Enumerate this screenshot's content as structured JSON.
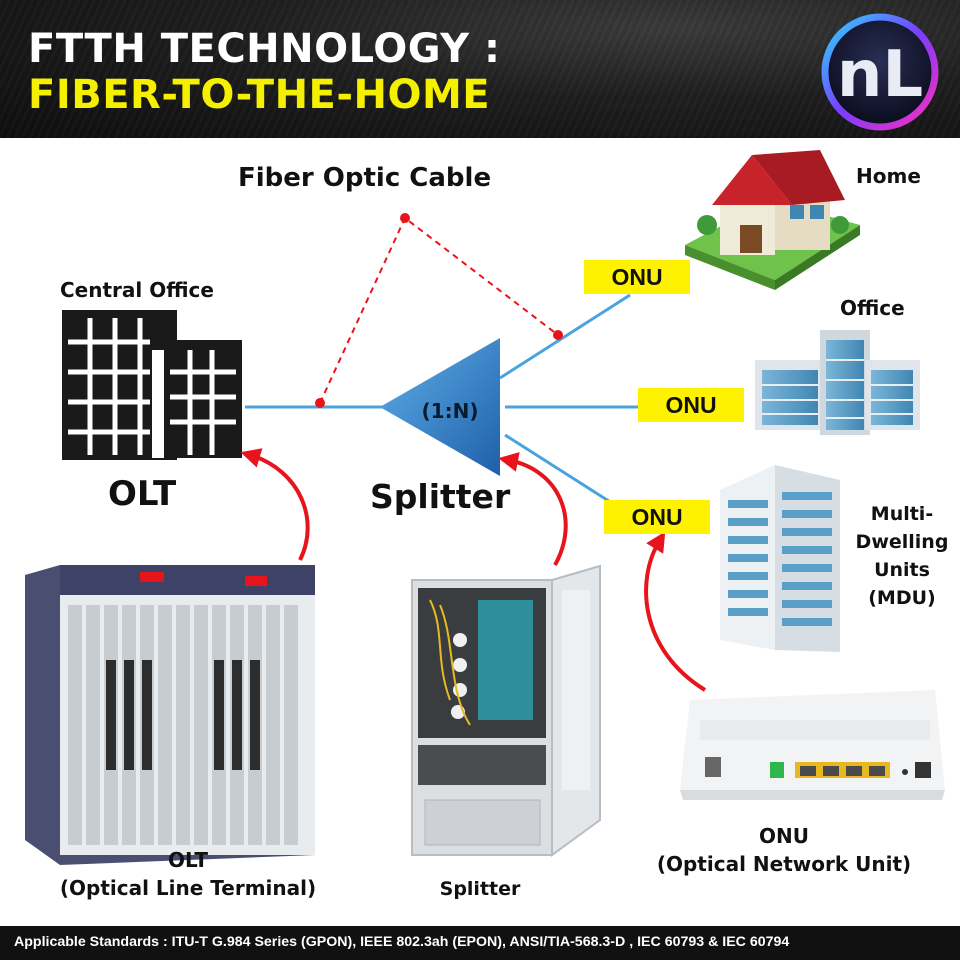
{
  "header": {
    "title_line1": "FTTH TECHNOLOGY :",
    "title_line2": "FIBER-TO-THE-HOME",
    "logo_text": "nL"
  },
  "diagram": {
    "fiber_cable_label": "Fiber Optic Cable",
    "central_office_label": "Central Office",
    "olt_label": "OLT",
    "splitter_ratio": "(1:N)",
    "splitter_label": "Splitter",
    "onu_labels": [
      "ONU",
      "ONU",
      "ONU"
    ],
    "destinations": {
      "home": "Home",
      "office": "Office",
      "mdu_lines": [
        "Multi-",
        "Dwelling",
        "Units",
        "(MDU)"
      ]
    },
    "equipment": {
      "olt_line1": "OLT",
      "olt_line2": "(Optical Line Terminal)",
      "splitter": "Splitter",
      "onu_line1": "ONU",
      "onu_line2": "(Optical Network Unit)"
    },
    "colors": {
      "fiber_line": "#4aa3e0",
      "splitter_fill": "#2f7fc8",
      "arrow_red": "#e8141b",
      "label_highlight": "#fff200",
      "title_yellow": "#f5f000"
    }
  },
  "footer": {
    "standards": "Applicable Standards :  ITU-T G.984 Series (GPON), IEEE 802.3ah (EPON), ANSI/TIA-568.3-D , IEC 60793 & IEC 60794"
  }
}
